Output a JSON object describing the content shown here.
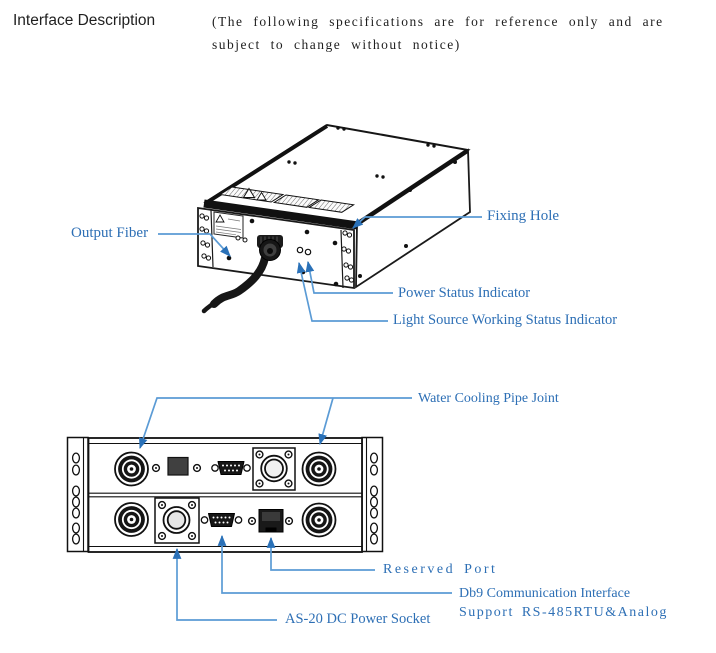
{
  "page": {
    "title": "Interface Description",
    "note_line1": "(The following specifications are for reference only and are",
    "note_line2": "subject to change without notice)"
  },
  "diagram_isometric": {
    "labels": {
      "output_fiber": "Output Fiber",
      "fixing_hole": "Fixing Hole",
      "power_status": "Power Status Indicator",
      "light_source_status": "Light Source Working Status Indicator"
    }
  },
  "diagram_rear": {
    "labels": {
      "water_cooling": "Water Cooling Pipe Joint",
      "reserved_port": "Reserved Port",
      "db9_line1": "Db9 Communication Interface",
      "db9_line2": "Support RS-485RTU&Analog",
      "power_socket": "AS-20 DC Power Socket"
    }
  },
  "colors": {
    "label_blue": "#2d6fb5",
    "leader_blue": "#5b9bd5",
    "arrow_blue": "#2a71b8",
    "ink": "#1c1c1c"
  }
}
